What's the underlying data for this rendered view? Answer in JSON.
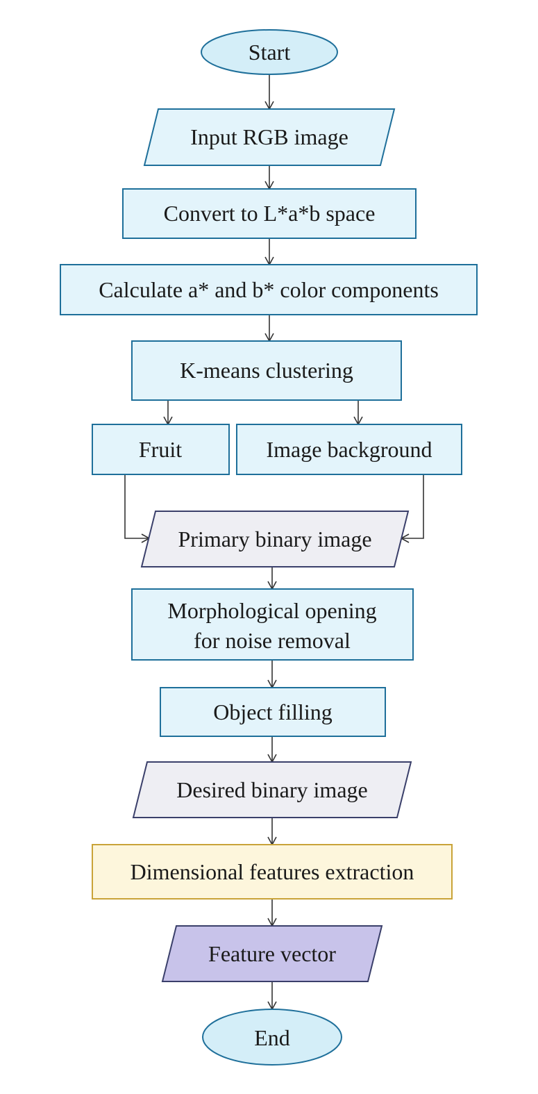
{
  "nodes": {
    "start": "Start",
    "input_rgb": "Input RGB image",
    "convert_lab": "Convert to L*a*b space",
    "calc_ab": "Calculate a* and b* color components",
    "kmeans": "K-means clustering",
    "fruit": "Fruit",
    "background": "Image background",
    "primary_binary": "Primary binary image",
    "morph_line1": "Morphological opening",
    "morph_line2": "for noise removal",
    "object_fill": "Object filling",
    "desired_binary": "Desired binary image",
    "dim_features": "Dimensional features extraction",
    "feature_vector": "Feature vector",
    "end": "End"
  },
  "colors": {
    "border": "#1e6f9a",
    "process_fill": "#e3f4fb",
    "terminal_fill": "#d4eef8",
    "data_fill": "#eeeef3",
    "extraction_fill": "#fdf6dc",
    "extraction_border": "#c9a338",
    "vector_fill": "#c8c3ea",
    "arrow": "#333333"
  }
}
